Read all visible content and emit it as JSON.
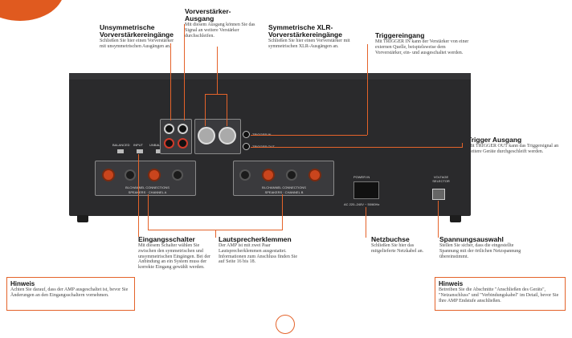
{
  "callouts": {
    "unsym_inputs": {
      "title": "Unsymmetrische Vorverstärkereingänge",
      "text": "Schließen Sie hier einen Vorverstärker mit unsymmetrischen Ausgängen an."
    },
    "preamp_out": {
      "title": "Vorverstärker-Ausgang",
      "text": "Mit diesem Ausgang können Sie das Signal an weitere Verstärker durchschleifen."
    },
    "xlr_inputs": {
      "title": "Symmetrische XLR-Vorverstärkereingänge",
      "text": "Schließen Sie hier einen Vorverstärker mit symmetrischen XLR-Ausgängen an."
    },
    "trigger_in": {
      "title": "Triggereingang",
      "text": "Mit TRIGGER IN kann der Verstärker von einer externen Quelle, beispielsweise dem Vorverstärker, ein- und ausgeschaltet werden."
    },
    "trigger_out": {
      "title": "Trigger Ausgang",
      "text": "Mit TRIGGER OUT kann das Triggersignal an weitere Geräte durchgeschleift werden."
    },
    "input_switch": {
      "title": "Eingangsschalter",
      "text": "Mit diesem Schalter wählen Sie zwischen den symmetrischen und unsymmetrischen Eingängen. Bei der Anbindung an ein System muss der korrekte Eingang gewählt werden."
    },
    "speaker_terminals": {
      "title": "Lautsprecherklemmen",
      "text": "Der AMP ist mit zwei Paar Lautsprecherklemmen ausgestattet. Informationen zum Anschluss finden Sie auf Seite 16 bis 18."
    },
    "power_socket": {
      "title": "Netzbuchse",
      "text": "Schließen Sie hier das mitgelieferte Netzkabel an."
    },
    "voltage_selector": {
      "title": "Spannungsauswahl",
      "text": "Stellen Sie sicher, dass die eingestellte Spannung mit der örtlichen Netzspannung übereinstimmt."
    }
  },
  "notes": {
    "left": {
      "title": "Hinweis",
      "text": "Achten Sie darauf, dass der AMP ausgeschaltet ist, bevor Sie Änderungen an den Eingangsschaltern vornehmen."
    },
    "right": {
      "title": "Hinweis",
      "text": "Betreiben Sie die Abschnitte \"Anschließen des Geräts\", \"Netzanschluss\" und \"Verbindungskabel\" im Detail, bevor Sie Ihre AMP Endstufe anschließen."
    }
  },
  "panel_labels": {
    "left_terminals": "BI-CHANNEL CONNECTIONS",
    "left_terminals_sub": "SPEAKERS · CHANNEL A",
    "right_terminals": "BI-CHANNEL CONNECTIONS",
    "right_terminals_sub": "SPEAKERS · CHANNEL B",
    "power_label": "POWER IN",
    "power_sub": "AC 220–240V ~ 50/60Hz",
    "trigger_in_label": "TRIGGER IN",
    "trigger_out_label": "TRIGGER OUT",
    "switch_labels": [
      "BALANCED",
      "INPUT",
      "UNBALANCED"
    ],
    "voltage_label": "VOLTAGE SELECTOR"
  }
}
